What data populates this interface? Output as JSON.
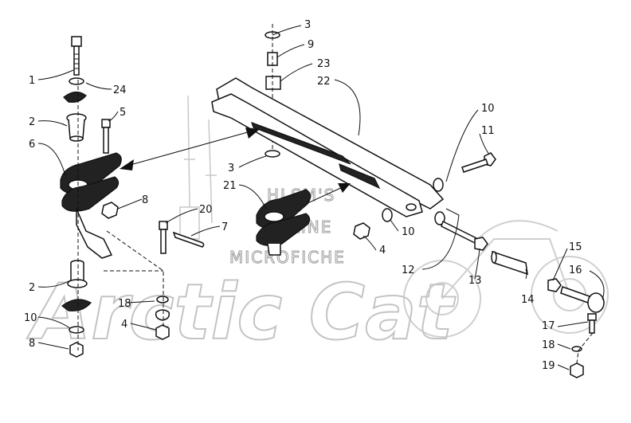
{
  "watermark": {
    "line1": "HLSM'S",
    "line2": "ONLINE",
    "line3": "MICROFICHE",
    "brand": "Arctic Cat"
  },
  "callouts": {
    "c1": "1",
    "c24": "24",
    "c2a": "2",
    "c5": "5",
    "c6": "6",
    "c8a": "8",
    "c20": "20",
    "c7": "7",
    "c2b": "2",
    "c18a": "18",
    "c10a": "10",
    "c4a": "4",
    "c8b": "8",
    "c3a": "3",
    "c9": "9",
    "c23": "23",
    "c22": "22",
    "c3b": "3",
    "c21": "21",
    "c10b": "10",
    "c11": "11",
    "c10c": "10",
    "c4b": "4",
    "c12": "12",
    "c13": "13",
    "c14": "14",
    "c15": "15",
    "c16": "16",
    "c17": "17",
    "c18b": "18",
    "c19": "19"
  }
}
